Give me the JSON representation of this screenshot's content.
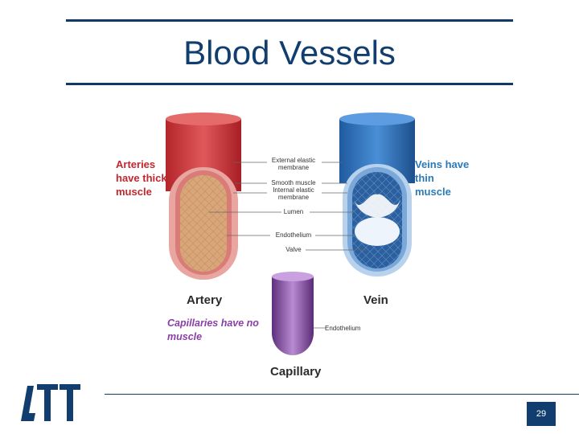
{
  "slide": {
    "title": "Blood Vessels",
    "page_number": "29"
  },
  "figure": {
    "artery_note": "Arteries have thick muscle",
    "vein_note": "Veins have thin muscle",
    "capillary_note": "Capillaries have no muscle",
    "labels": {
      "external_elastic": "External elastic membrane",
      "smooth_muscle": "Smooth muscle",
      "internal_elastic": "Internal elastic membrane",
      "lumen": "Lumen",
      "endothelium": "Endothelium",
      "valve": "Valve",
      "capillary_endothelium": "Endothelium"
    },
    "vessel_names": {
      "artery": "Artery",
      "vein": "Vein",
      "capillary": "Capillary"
    }
  },
  "colors": {
    "title": "#123e6f",
    "artery": "#c9363a",
    "vein": "#2f6fb5",
    "capillary": "#7a4b9a"
  }
}
